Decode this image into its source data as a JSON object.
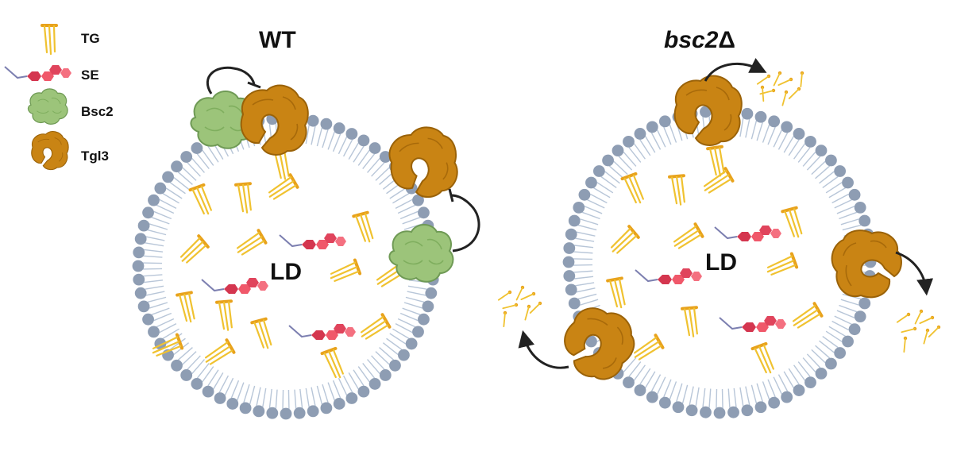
{
  "legend": {
    "tg_label": "TG",
    "se_label": "SE",
    "bsc2_label": "Bsc2",
    "tgl3_label": "Tgl3"
  },
  "panels": {
    "wt": {
      "title": "WT",
      "core_label": "LD"
    },
    "mutant": {
      "title_main": "bsc2",
      "title_suffix": "Δ",
      "core_label": "LD"
    }
  },
  "colors": {
    "head_group": "#8e9db3",
    "lipid_tail": "#b8c6d8",
    "tg": "#f0c230",
    "tg_head": "#e8a21c",
    "se_ring": "#d4364f",
    "se_ring_light": "#f0586a",
    "se_tail": "#7c7fb0",
    "bsc2": "#9cc47a",
    "bsc2_dark": "#6f9a55",
    "tgl3": "#c98414",
    "tgl3_dark": "#9a6208",
    "arrow": "#222222"
  },
  "icons": {
    "tg": "tg-molecule-icon",
    "se": "se-molecule-icon",
    "bsc2": "bsc2-protein-icon",
    "tgl3": "tgl3-protein-icon"
  }
}
